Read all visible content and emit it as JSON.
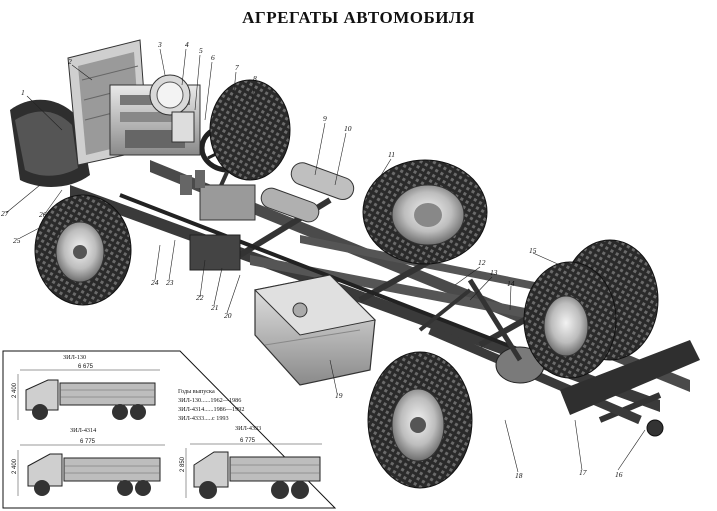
{
  "title": "АГРЕГАТЫ АВТОМОБИЛЯ",
  "callouts": [
    "1",
    "2",
    "3",
    "4",
    "5",
    "6",
    "7",
    "8",
    "9",
    "10",
    "11",
    "12",
    "13",
    "14",
    "15",
    "16",
    "17",
    "18",
    "19",
    "20",
    "21",
    "22",
    "23",
    "24",
    "25",
    "26",
    "27"
  ],
  "models": {
    "zil130": {
      "name": "ЗИЛ-130",
      "length": "6 675",
      "height": "2 400"
    },
    "zil4314": {
      "name": "ЗИЛ-4314",
      "length": "6 775",
      "height": "2 400"
    },
    "zil4333": {
      "name": "ЗИЛ-4333",
      "length": "6 775",
      "height": "2 850"
    }
  },
  "years": {
    "heading": "Годы выпуска",
    "rows": [
      "ЗИЛ-130......1962—1986",
      "ЗИЛ-4314......1986—1992",
      "ЗИЛ-4333.....с 1993"
    ]
  }
}
